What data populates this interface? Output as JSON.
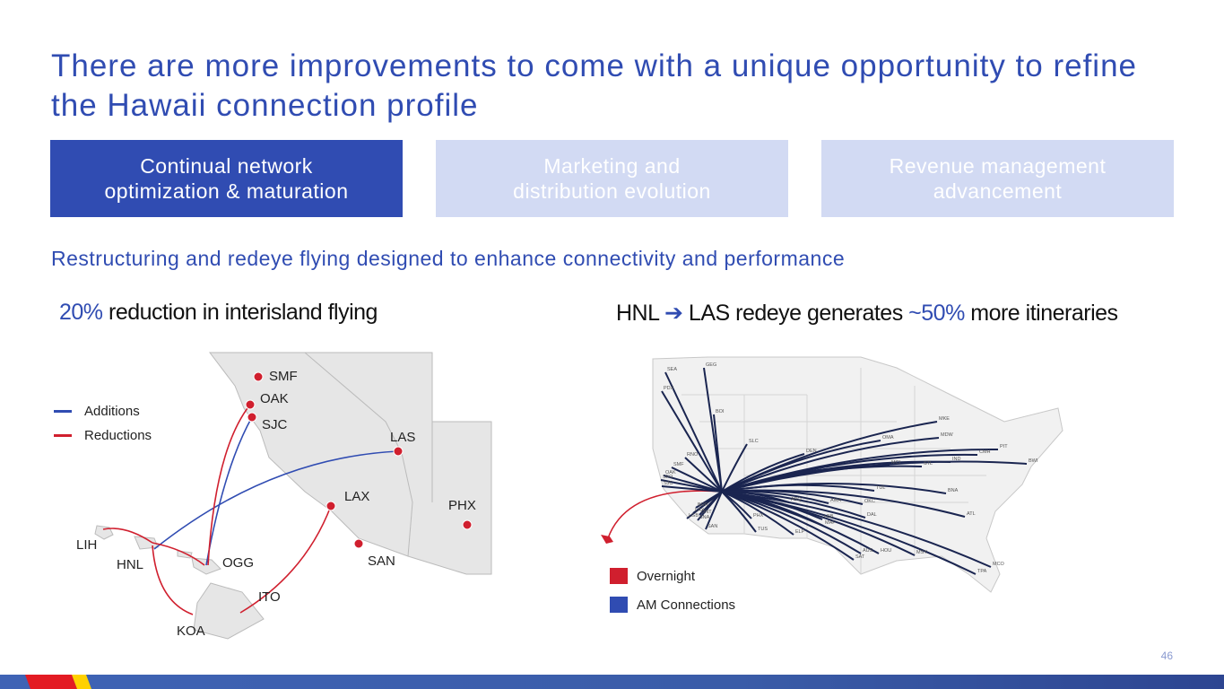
{
  "title": "There are more improvements to come with a unique opportunity to refine the Hawaii connection profile",
  "tabs": [
    {
      "label": "Continual network\noptimization & maturation",
      "active": true
    },
    {
      "label": "Marketing and\ndistribution evolution",
      "active": false
    },
    {
      "label": "Revenue management\nadvancement",
      "active": false
    }
  ],
  "subtitle": "Restructuring and redeye flying designed to enhance connectivity and performance",
  "left": {
    "highlight": "20%",
    "headline": " reduction in interisland flying",
    "legend": {
      "additions": "Additions",
      "reductions": "Reductions"
    },
    "airports": [
      "SMF",
      "OAK",
      "SJC",
      "LAS",
      "LAX",
      "PHX",
      "SAN",
      "LIH",
      "HNL",
      "OGG",
      "ITO",
      "KOA"
    ]
  },
  "right": {
    "headline_pre": "HNL ",
    "arrow": "➔",
    "headline_mid": " LAS redeye generates ",
    "highlight": "~50%",
    "headline_post": " more itineraries",
    "legend": {
      "overnight": "Overnight",
      "am": "AM Connections"
    },
    "airports": [
      "SEA",
      "GEG",
      "PDX",
      "BOI",
      "SLC",
      "RNO",
      "SMF",
      "OAK",
      "SFO",
      "SJC",
      "BUR",
      "LAX",
      "ONT",
      "LGB",
      "SNA",
      "SAN",
      "PHX",
      "TUS",
      "ELP",
      "DEN",
      "OMA",
      "MKE",
      "MDW",
      "PIT",
      "CMH",
      "IND",
      "BWI",
      "MCI",
      "STL",
      "TUL",
      "BNA",
      "ABQ",
      "AMA",
      "OKC",
      "LBB",
      "MAF",
      "DAL",
      "ATL",
      "AUS",
      "HOU",
      "SAT",
      "MSY",
      "TPA",
      "MCO"
    ]
  },
  "colors": {
    "brand": "#304cb2",
    "red": "#d01f2e",
    "navy": "#1a2550",
    "light": "#d2daf3"
  },
  "page_number": "46"
}
